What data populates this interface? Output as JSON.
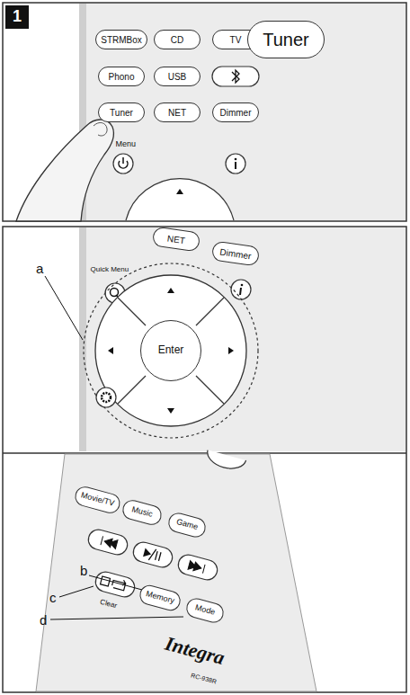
{
  "diagram": {
    "nodes": [
      {
        "text": [
          "1"
        ]
      },
      {
        "text": [
          "STRMBox"
        ]
      },
      {
        "text": [
          "CD"
        ]
      },
      {
        "text": [
          "TV"
        ]
      },
      {
        "text": [
          "Tuner"
        ]
      },
      {
        "text": [
          "Phono"
        ]
      },
      {
        "text": [
          "USB"
        ]
      },
      {
        "text": [
          "Tuner"
        ]
      },
      {
        "text": [
          "NET"
        ]
      },
      {
        "text": [
          "Dimmer"
        ]
      },
      {
        "text": [
          "NET"
        ]
      },
      {
        "text": [
          "Dimmer"
        ]
      },
      {
        "text": [
          "Enter"
        ]
      },
      {
        "text": [
          "Movie/TV"
        ]
      },
      {
        "text": [
          "Music"
        ]
      },
      {
        "text": [
          "Game"
        ]
      },
      {
        "text": [
          "Memory"
        ]
      },
      {
        "text": [
          "Mode"
        ]
      }
    ],
    "edges": [],
    "labels": [
      "Menu",
      "a",
      "Quick Menu",
      "b",
      "c",
      "Clear",
      "d",
      "Integra",
      "RC-938R"
    ]
  }
}
